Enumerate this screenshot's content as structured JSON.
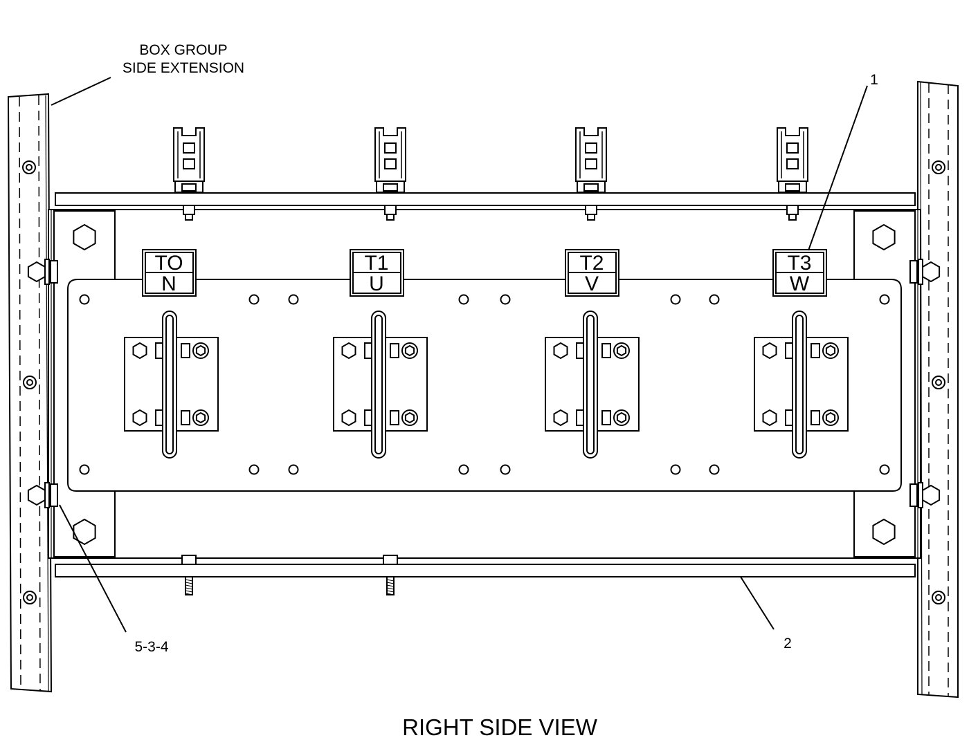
{
  "callouts": {
    "box_group_line1": "BOX GROUP",
    "box_group_line2": "SIDE EXTENSION",
    "item_1": "1",
    "item_2": "2",
    "item_534": "5-3-4"
  },
  "view_title": "RIGHT SIDE VIEW",
  "terminals": [
    {
      "top": "T",
      "top_sub": "O",
      "bottom": "N"
    },
    {
      "top": "T1",
      "top_sub": "",
      "bottom": "U"
    },
    {
      "top": "T2",
      "top_sub": "",
      "bottom": "V"
    },
    {
      "top": "T3",
      "top_sub": "",
      "bottom": "W"
    }
  ]
}
